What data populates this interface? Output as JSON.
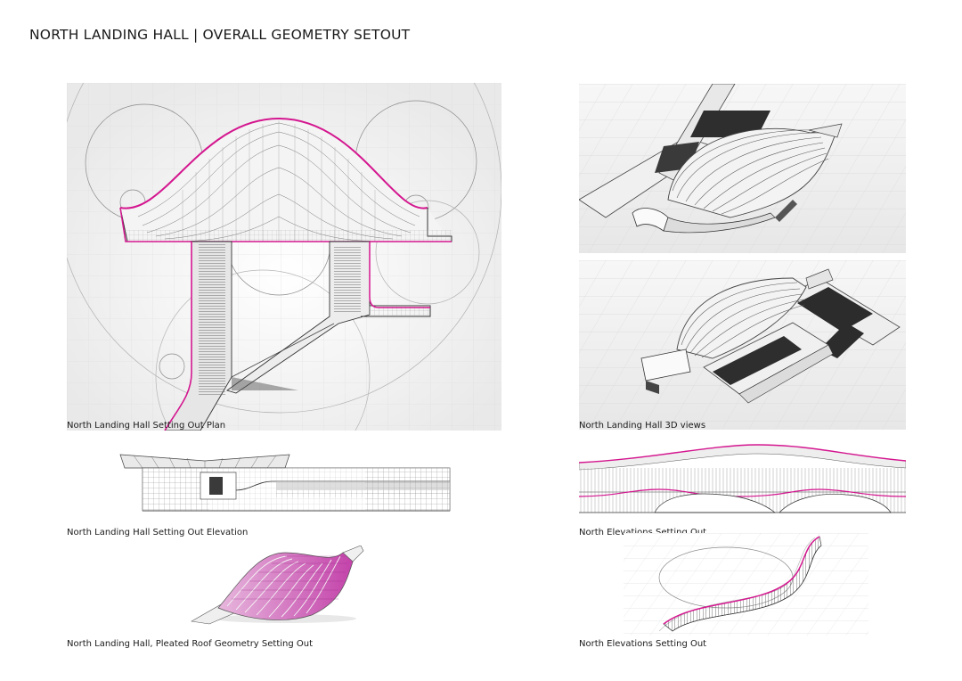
{
  "page": {
    "title": "NORTH LANDING HALL | OVERALL GEOMETRY SETOUT"
  },
  "captions": {
    "plan": "North Landing Hall Setting Out Plan",
    "views_3d": "North Landing Hall 3D views",
    "elevation": "North Landing Hall Setting Out Elevation",
    "north_elevations_1": "North Elevations Setting Out",
    "pleated_roof": "North Landing Hall, Pleated Roof Geometry Setting Out",
    "north_elevations_2": "North Elevations Setting Out"
  },
  "colors": {
    "accent_magenta": "#d4168f",
    "line_gray": "#555555",
    "grid_gray": "#d8d8d8",
    "surface_light": "#f2f2f2",
    "dark_fill": "#2a2a2a"
  }
}
